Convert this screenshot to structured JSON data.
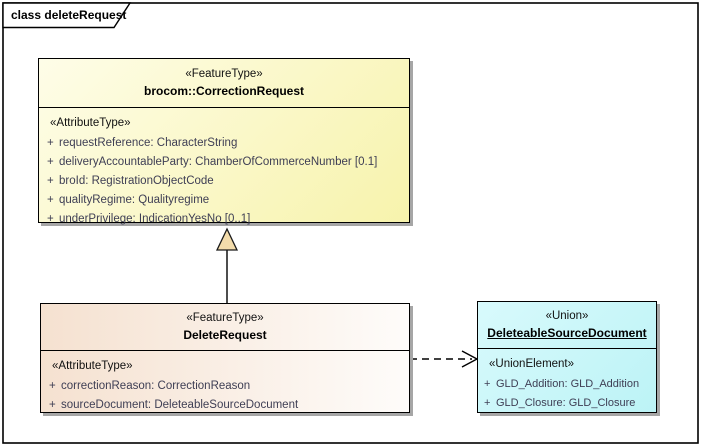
{
  "frame": {
    "title": "class deleteRequest"
  },
  "colors": {
    "yellow-light": "#FEFDE8",
    "yellow": "#F7F3AC",
    "peach": "#F5E1D0",
    "peach-light": "#FEFCFA",
    "cyan-light": "#D8FAFC",
    "cyan": "#BCF3F6",
    "triangle-fill": "#F3DCAB",
    "shadow": "#A6A6A6",
    "attr-text": "#3E3E54",
    "border": "#000000"
  },
  "correction_request": {
    "stereotype": "«FeatureType»",
    "name": "brocom::CorrectionRequest",
    "section_label": "«AttributeType»",
    "attributes": [
      {
        "vis": "+",
        "text": "requestReference: CharacterString"
      },
      {
        "vis": "+",
        "text": "deliveryAccountableParty: ChamberOfCommerceNumber [0.1]"
      },
      {
        "vis": "+",
        "text": "broId: RegistrationObjectCode"
      },
      {
        "vis": "+",
        "text": "qualityRegime: Qualityregime"
      },
      {
        "vis": "+",
        "text": "underPrivilege: IndicationYesNo [0..1]"
      }
    ]
  },
  "delete_request": {
    "stereotype": "«FeatureType»",
    "name": "DeleteRequest",
    "section_label": "«AttributeType»",
    "attributes": [
      {
        "vis": "+",
        "text": "correctionReason: CorrectionReason"
      },
      {
        "vis": "+",
        "text": "sourceDocument: DeleteableSourceDocument"
      }
    ]
  },
  "union": {
    "stereotype": "«Union»",
    "name": "DeleteableSourceDocument",
    "section_label": "«UnionElement»",
    "attributes": [
      {
        "vis": "+",
        "text": "GLD_Addition: GLD_Addition"
      },
      {
        "vis": "+",
        "text": "GLD_Closure: GLD_Closure"
      }
    ]
  }
}
